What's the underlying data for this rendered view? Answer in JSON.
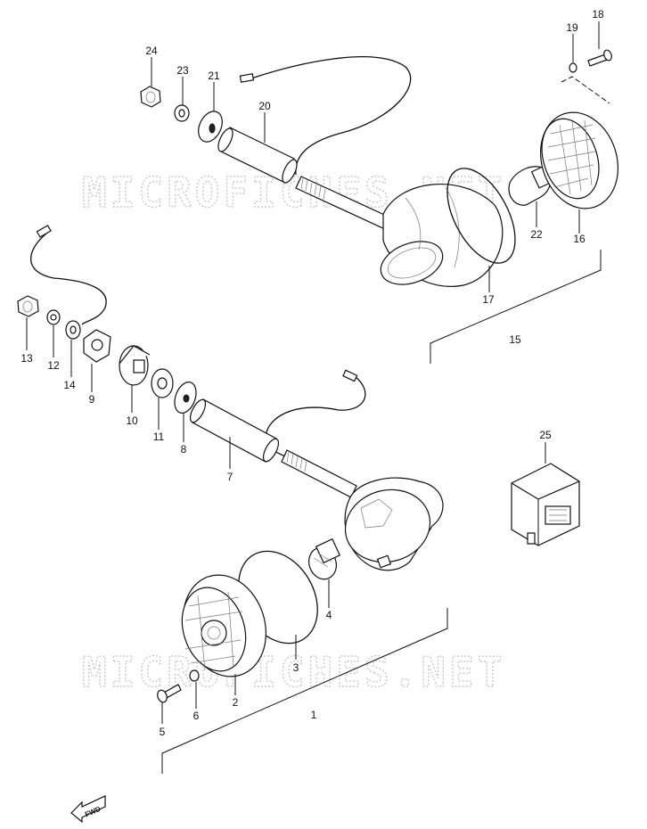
{
  "watermark": "MICROFICHES.NET",
  "badge": "FWD",
  "part_numbers": {
    "p1": "1",
    "p2": "2",
    "p3": "3",
    "p4": "4",
    "p5": "5",
    "p6": "6",
    "p7": "7",
    "p8": "8",
    "p9": "9",
    "p10": "10",
    "p11": "11",
    "p12": "12",
    "p13": "13",
    "p14": "14",
    "p15": "15",
    "p16": "16",
    "p17": "17",
    "p18": "18",
    "p19": "19",
    "p20": "20",
    "p21": "21",
    "p22": "22",
    "p23": "23",
    "p24": "24",
    "p25": "25"
  }
}
